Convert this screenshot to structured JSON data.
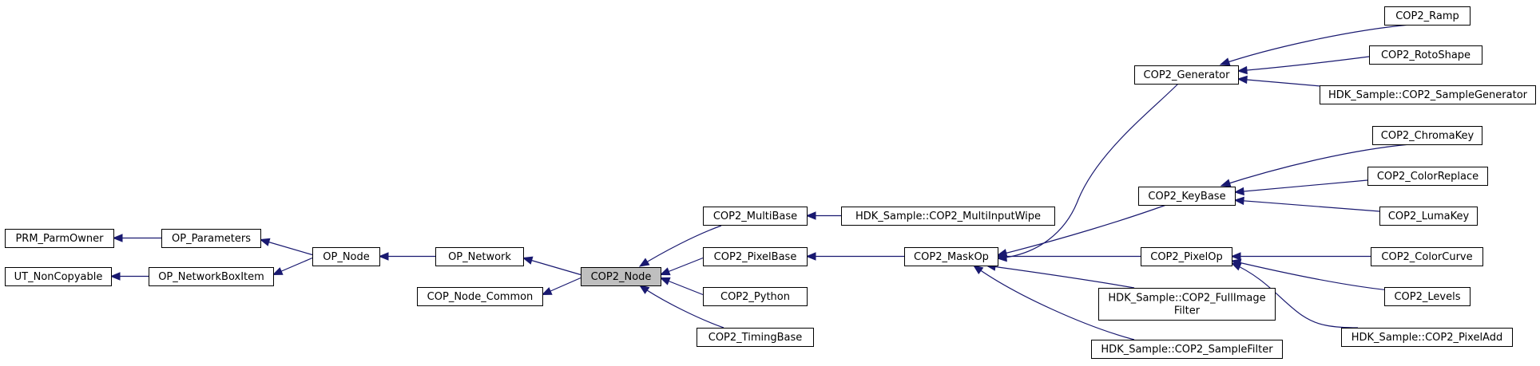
{
  "diagram": {
    "type": "class-inheritance-graph",
    "current_node": "COP2_Node",
    "colors": {
      "edge": "#191970",
      "node_border": "#000000",
      "current_fill": "#bfbfbf",
      "node_fill": "#ffffff"
    },
    "nodes": [
      {
        "id": "prm",
        "lines": [
          "PRM_ParmOwner"
        ]
      },
      {
        "id": "utnc",
        "lines": [
          "UT_NonCopyable"
        ]
      },
      {
        "id": "opparams",
        "lines": [
          "OP_Parameters"
        ]
      },
      {
        "id": "opnbi",
        "lines": [
          "OP_NetworkBoxItem"
        ]
      },
      {
        "id": "opnode",
        "lines": [
          "OP_Node"
        ]
      },
      {
        "id": "opnet",
        "lines": [
          "OP_Network"
        ]
      },
      {
        "id": "copcommon",
        "lines": [
          "COP_Node_Common"
        ]
      },
      {
        "id": "cop2node",
        "lines": [
          "COP2_Node"
        ]
      },
      {
        "id": "multibase",
        "lines": [
          "COP2_MultiBase"
        ]
      },
      {
        "id": "pixelbase",
        "lines": [
          "COP2_PixelBase"
        ]
      },
      {
        "id": "python",
        "lines": [
          "COP2_Python"
        ]
      },
      {
        "id": "timingbase",
        "lines": [
          "COP2_TimingBase"
        ]
      },
      {
        "id": "wipe",
        "lines": [
          "HDK_Sample::COP2_MultiInputWipe"
        ]
      },
      {
        "id": "maskop",
        "lines": [
          "COP2_MaskOp"
        ]
      },
      {
        "id": "generator",
        "lines": [
          "COP2_Generator"
        ]
      },
      {
        "id": "keybase",
        "lines": [
          "COP2_KeyBase"
        ]
      },
      {
        "id": "pixelop",
        "lines": [
          "COP2_PixelOp"
        ]
      },
      {
        "id": "fullimage",
        "lines": [
          "HDK_Sample::COP2_FullImage",
          "Filter"
        ]
      },
      {
        "id": "samplefilter",
        "lines": [
          "HDK_Sample::COP2_SampleFilter"
        ]
      },
      {
        "id": "ramp",
        "lines": [
          "COP2_Ramp"
        ]
      },
      {
        "id": "roto",
        "lines": [
          "COP2_RotoShape"
        ]
      },
      {
        "id": "samplegen",
        "lines": [
          "HDK_Sample::COP2_SampleGenerator"
        ]
      },
      {
        "id": "chroma",
        "lines": [
          "COP2_ChromaKey"
        ]
      },
      {
        "id": "colorreplace",
        "lines": [
          "COP2_ColorReplace"
        ]
      },
      {
        "id": "lumakey",
        "lines": [
          "COP2_LumaKey"
        ]
      },
      {
        "id": "colorcurve",
        "lines": [
          "COP2_ColorCurve"
        ]
      },
      {
        "id": "levels",
        "lines": [
          "COP2_Levels"
        ]
      },
      {
        "id": "pixeladd",
        "lines": [
          "HDK_Sample::COP2_PixelAdd"
        ]
      }
    ],
    "edges": [
      {
        "from": "prm",
        "to": "opparams"
      },
      {
        "from": "opparams",
        "to": "opnode"
      },
      {
        "from": "utnc",
        "to": "opnbi"
      },
      {
        "from": "opnbi",
        "to": "opnode"
      },
      {
        "from": "opnode",
        "to": "opnet"
      },
      {
        "from": "opnet",
        "to": "cop2node"
      },
      {
        "from": "copcommon",
        "to": "cop2node"
      },
      {
        "from": "cop2node",
        "to": "multibase"
      },
      {
        "from": "cop2node",
        "to": "pixelbase"
      },
      {
        "from": "cop2node",
        "to": "python"
      },
      {
        "from": "cop2node",
        "to": "timingbase"
      },
      {
        "from": "multibase",
        "to": "wipe"
      },
      {
        "from": "pixelbase",
        "to": "maskop"
      },
      {
        "from": "maskop",
        "to": "generator"
      },
      {
        "from": "maskop",
        "to": "keybase"
      },
      {
        "from": "maskop",
        "to": "pixelop"
      },
      {
        "from": "maskop",
        "to": "fullimage"
      },
      {
        "from": "maskop",
        "to": "samplefilter"
      },
      {
        "from": "generator",
        "to": "ramp"
      },
      {
        "from": "generator",
        "to": "roto"
      },
      {
        "from": "generator",
        "to": "samplegen"
      },
      {
        "from": "keybase",
        "to": "chroma"
      },
      {
        "from": "keybase",
        "to": "colorreplace"
      },
      {
        "from": "keybase",
        "to": "lumakey"
      },
      {
        "from": "pixelop",
        "to": "colorcurve"
      },
      {
        "from": "pixelop",
        "to": "levels"
      },
      {
        "from": "pixelop",
        "to": "pixeladd"
      }
    ]
  }
}
